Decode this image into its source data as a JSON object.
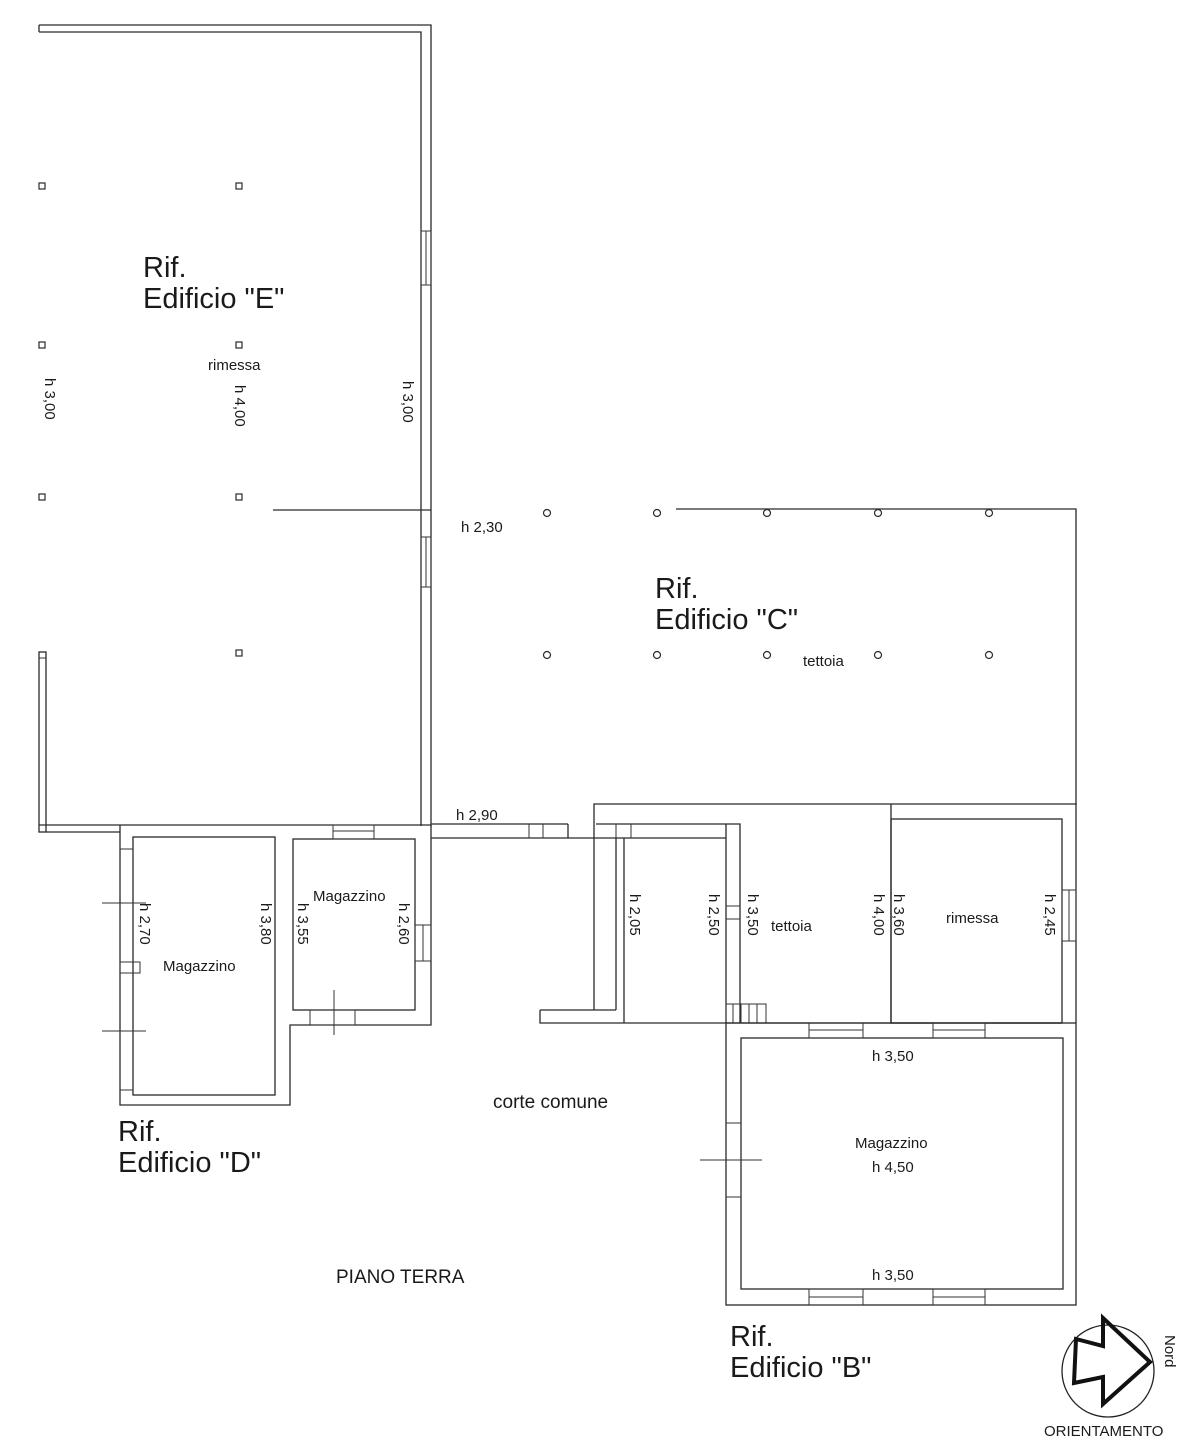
{
  "plan": {
    "title": "PIANO TERRA",
    "common_area": "corte comune",
    "buildings": {
      "E": {
        "ref": "Rif.",
        "name": "Edificio \"E\"",
        "room": "rimessa",
        "heights": [
          "h 3,00",
          "h 4,00",
          "h 3,00"
        ]
      },
      "C": {
        "ref": "Rif.",
        "name": "Edificio \"C\"",
        "room": "tettoia",
        "height": "h 2,30"
      },
      "D": {
        "ref": "Rif.",
        "name": "Edificio \"D\"",
        "rooms": [
          {
            "label": "Magazzino",
            "heights": [
              "h 2,70",
              "h 3,80"
            ]
          },
          {
            "label": "Magazzino",
            "heights": [
              "h 3,55",
              "h 2,60"
            ]
          }
        ]
      },
      "B": {
        "ref": "Rif.",
        "name": "Edificio \"B\"",
        "rooms": [
          {
            "label": "tettoia",
            "heights": [
              "h 2,05",
              "h 2,50",
              "h 3,50"
            ]
          },
          {
            "label": "rimessa",
            "heights": [
              "h 4,00",
              "h 3,60",
              "h 2,45"
            ]
          },
          {
            "label": "Magazzino",
            "height_center": "h 4,50",
            "height_top": "h 3,50",
            "height_bottom": "h 3,50"
          }
        ]
      }
    },
    "passage_height": "h 2,90",
    "compass": {
      "label": "ORIENTAMENTO",
      "direction": "Nord",
      "icon": "north-arrow-icon"
    }
  }
}
